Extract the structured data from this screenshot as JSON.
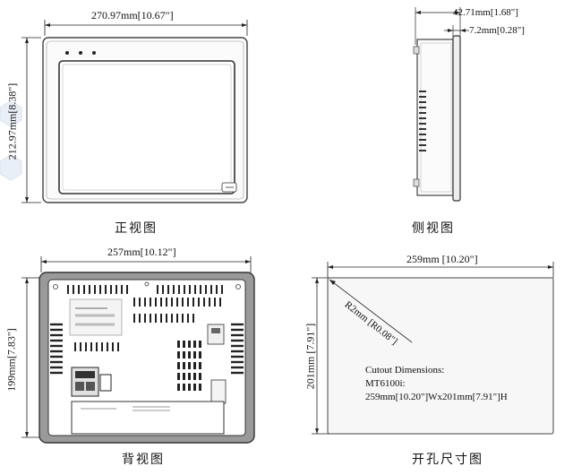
{
  "front": {
    "width_dim": "270.97mm[10.67\"]",
    "height_dim": "212.97mm[8.38\"]",
    "caption": "正视图"
  },
  "side": {
    "depth_dim": "42.71mm[1.68\"]",
    "bezel_dim": "7.2mm[0.28\"]",
    "caption": "侧视图"
  },
  "back": {
    "width_dim": "257mm[10.12\"]",
    "height_dim": "199mm[7.83\"]",
    "caption": "背视图"
  },
  "cutout": {
    "width_dim": "259mm [10.20\"]",
    "height_dim": "201mm [7.91\"]",
    "radius_dim": "R2mm [R0.08\"]",
    "note_title": "Cutout Dimensions:",
    "note_model": "MT6100i:",
    "note_size": "259mm[10.20\"]Wx201mm[7.91\"]H",
    "caption": "开孔尺寸图"
  },
  "colors": {
    "line": "#222222",
    "panel_edge": "#555555",
    "bg_pattern": "#dfe8f2"
  }
}
